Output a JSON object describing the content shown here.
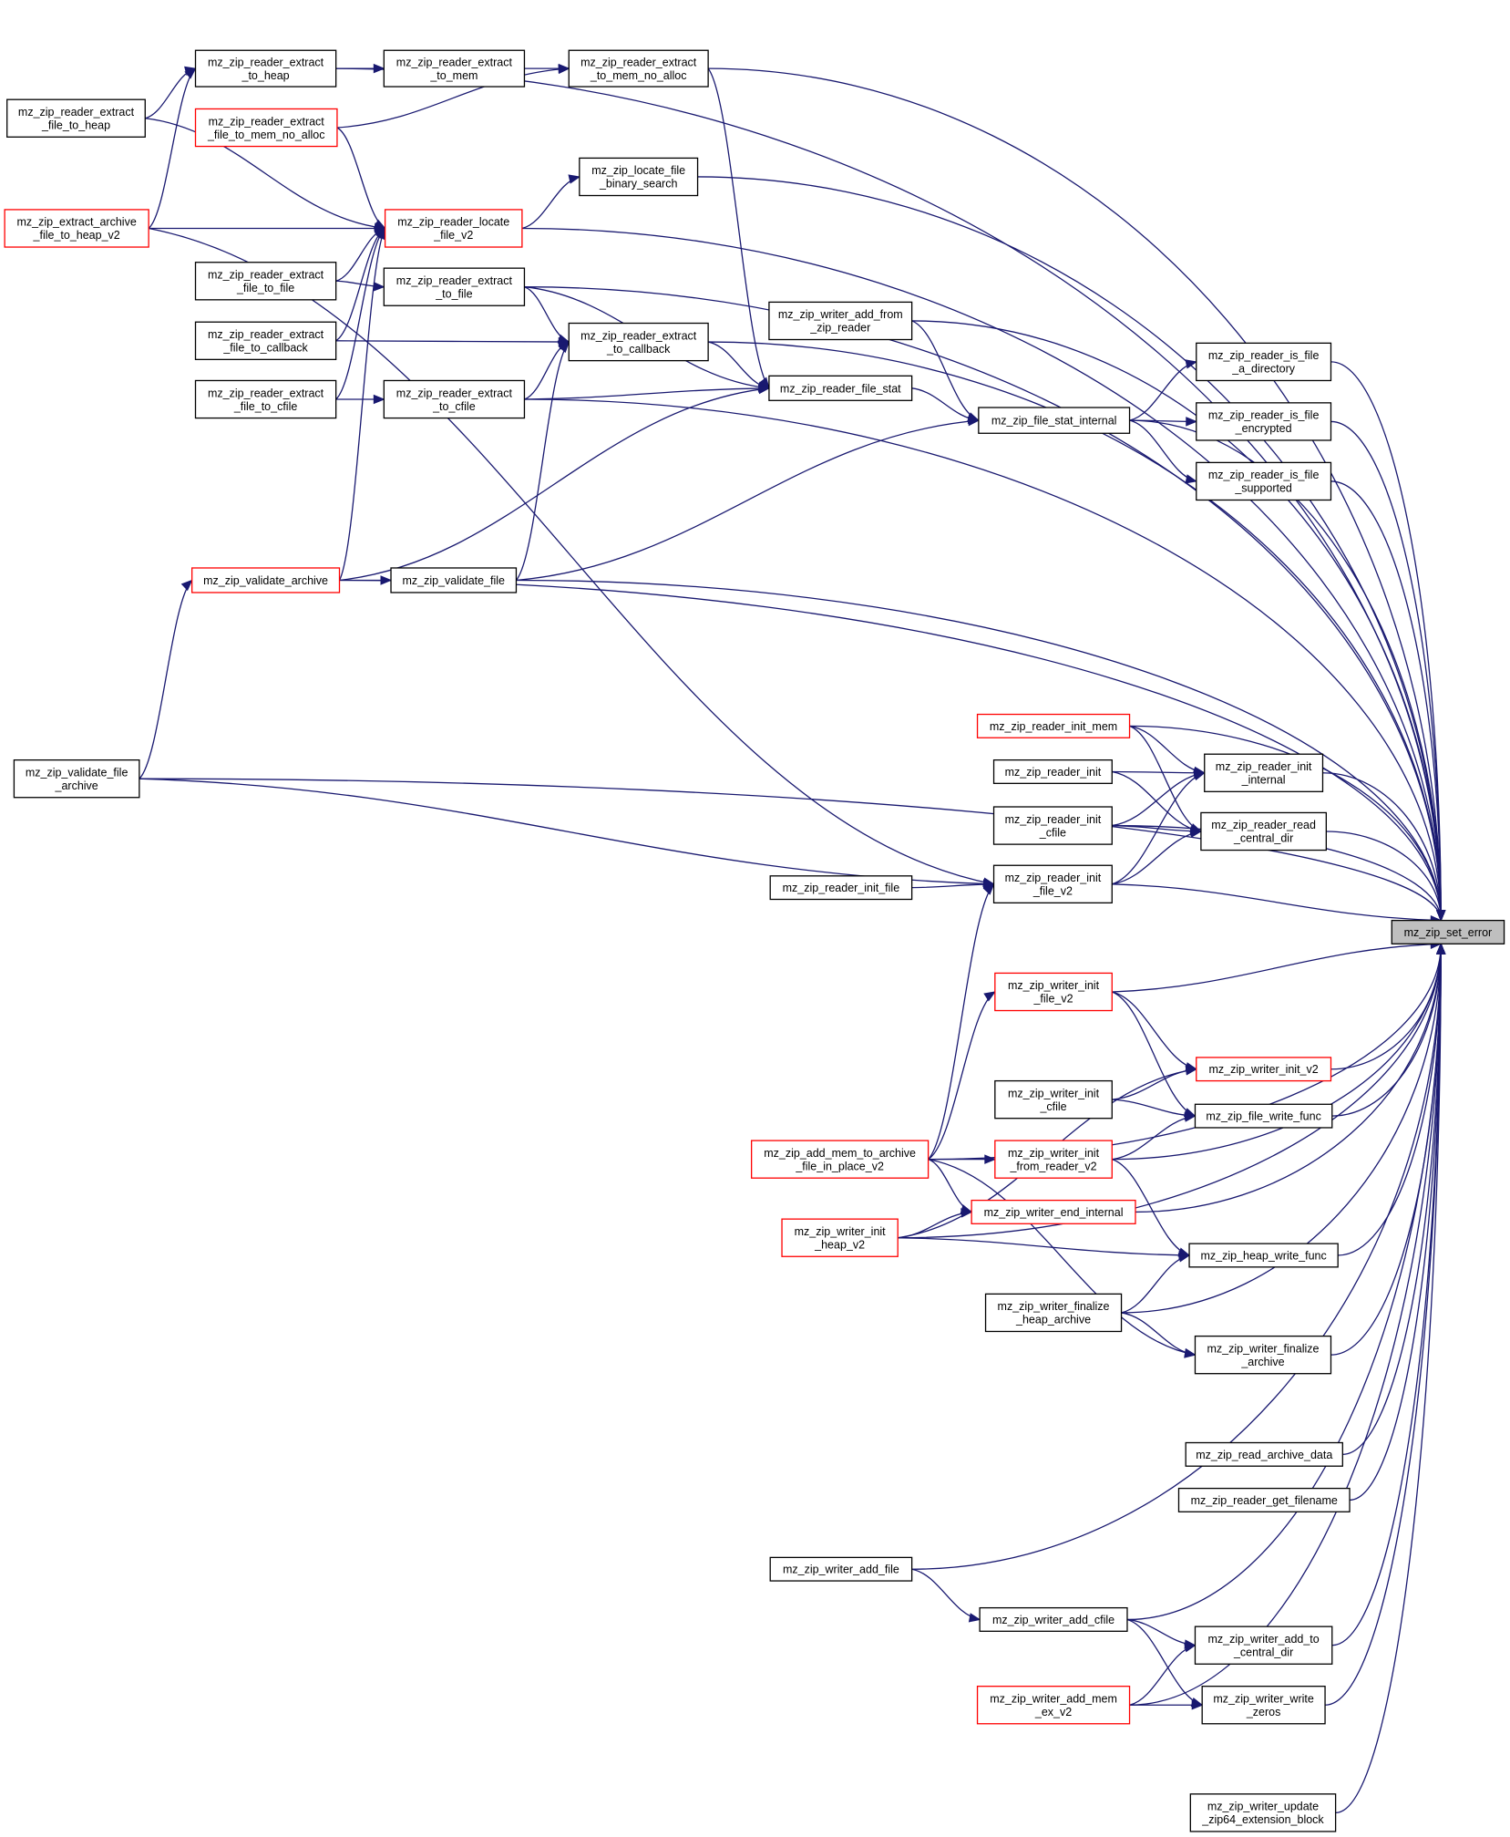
{
  "diagram": {
    "caption": "",
    "colors": {
      "edge": "#191970",
      "node_border": "#000000",
      "truncated_node_border": "#ff0000",
      "focus_fill": "#bfbfbf"
    },
    "nodes": [
      {
        "id": "set_error",
        "lines": [
          "mz_zip_set_error"
        ],
        "style": "gray"
      },
      {
        "id": "extract_file_to_heap",
        "lines": [
          "mz_zip_reader_extract",
          "_file_to_heap"
        ],
        "style": "black"
      },
      {
        "id": "extract_archive",
        "lines": [
          "mz_zip_extract_archive",
          "_file_to_heap_v2"
        ],
        "style": "red"
      },
      {
        "id": "validate_file_archive",
        "lines": [
          "mz_zip_validate_file",
          "_archive"
        ],
        "style": "black"
      },
      {
        "id": "extract_to_heap",
        "lines": [
          "mz_zip_reader_extract",
          "_to_heap"
        ],
        "style": "black"
      },
      {
        "id": "extract_file_to_mem_no_alloc",
        "lines": [
          "mz_zip_reader_extract",
          "_file_to_mem_no_alloc"
        ],
        "style": "red"
      },
      {
        "id": "extract_file_to_file",
        "lines": [
          "mz_zip_reader_extract",
          "_file_to_file"
        ],
        "style": "black"
      },
      {
        "id": "extract_file_to_callback",
        "lines": [
          "mz_zip_reader_extract",
          "_file_to_callback"
        ],
        "style": "black"
      },
      {
        "id": "extract_file_to_cfile",
        "lines": [
          "mz_zip_reader_extract",
          "_file_to_cfile"
        ],
        "style": "black"
      },
      {
        "id": "validate_archive",
        "lines": [
          "mz_zip_validate_archive"
        ],
        "style": "red"
      },
      {
        "id": "extract_to_mem",
        "lines": [
          "mz_zip_reader_extract",
          "_to_mem"
        ],
        "style": "black"
      },
      {
        "id": "locate_file_v2",
        "lines": [
          "mz_zip_reader_locate",
          "_file_v2"
        ],
        "style": "red"
      },
      {
        "id": "extract_to_file",
        "lines": [
          "mz_zip_reader_extract",
          "_to_file"
        ],
        "style": "black"
      },
      {
        "id": "extract_to_cfile",
        "lines": [
          "mz_zip_reader_extract",
          "_to_cfile"
        ],
        "style": "black"
      },
      {
        "id": "validate_file",
        "lines": [
          "mz_zip_validate_file"
        ],
        "style": "black"
      },
      {
        "id": "extract_to_mem_no_alloc",
        "lines": [
          "mz_zip_reader_extract",
          "_to_mem_no_alloc"
        ],
        "style": "black"
      },
      {
        "id": "locate_binary",
        "lines": [
          "mz_zip_locate_file",
          "_binary_search"
        ],
        "style": "black"
      },
      {
        "id": "extract_to_callback",
        "lines": [
          "mz_zip_reader_extract",
          "_to_callback"
        ],
        "style": "black"
      },
      {
        "id": "writer_add_from_zip",
        "lines": [
          "mz_zip_writer_add_from",
          "_zip_reader"
        ],
        "style": "black"
      },
      {
        "id": "file_stat",
        "lines": [
          "mz_zip_reader_file_stat"
        ],
        "style": "black"
      },
      {
        "id": "file_stat_internal",
        "lines": [
          "mz_zip_file_stat_internal"
        ],
        "style": "black"
      },
      {
        "id": "is_dir",
        "lines": [
          "mz_zip_reader_is_file",
          "_a_directory"
        ],
        "style": "black"
      },
      {
        "id": "is_enc",
        "lines": [
          "mz_zip_reader_is_file",
          "_encrypted"
        ],
        "style": "black"
      },
      {
        "id": "is_sup",
        "lines": [
          "mz_zip_reader_is_file",
          "_supported"
        ],
        "style": "black"
      },
      {
        "id": "init_mem",
        "lines": [
          "mz_zip_reader_init_mem"
        ],
        "style": "red"
      },
      {
        "id": "reader_init",
        "lines": [
          "mz_zip_reader_init"
        ],
        "style": "black"
      },
      {
        "id": "reader_init_cfile",
        "lines": [
          "mz_zip_reader_init",
          "_cfile"
        ],
        "style": "black"
      },
      {
        "id": "reader_init_file",
        "lines": [
          "mz_zip_reader_init_file"
        ],
        "style": "black"
      },
      {
        "id": "reader_init_file_v2",
        "lines": [
          "mz_zip_reader_init",
          "_file_v2"
        ],
        "style": "black"
      },
      {
        "id": "reader_init_internal",
        "lines": [
          "mz_zip_reader_init",
          "_internal"
        ],
        "style": "black"
      },
      {
        "id": "read_central_dir",
        "lines": [
          "mz_zip_reader_read",
          "_central_dir"
        ],
        "style": "black"
      },
      {
        "id": "add_mem_in_place",
        "lines": [
          "mz_zip_add_mem_to_archive",
          "_file_in_place_v2"
        ],
        "style": "red"
      },
      {
        "id": "writer_init_heap_v2",
        "lines": [
          "mz_zip_writer_init",
          "_heap_v2"
        ],
        "style": "red"
      },
      {
        "id": "writer_init_file_v2",
        "lines": [
          "mz_zip_writer_init",
          "_file_v2"
        ],
        "style": "red"
      },
      {
        "id": "writer_init_cfile",
        "lines": [
          "mz_zip_writer_init",
          "_cfile"
        ],
        "style": "black"
      },
      {
        "id": "writer_init_from_reader",
        "lines": [
          "mz_zip_writer_init",
          "_from_reader_v2"
        ],
        "style": "red"
      },
      {
        "id": "writer_end_internal",
        "lines": [
          "mz_zip_writer_end_internal"
        ],
        "style": "red"
      },
      {
        "id": "finalize_heap",
        "lines": [
          "mz_zip_writer_finalize",
          "_heap_archive"
        ],
        "style": "black"
      },
      {
        "id": "writer_init_v2",
        "lines": [
          "mz_zip_writer_init_v2"
        ],
        "style": "red"
      },
      {
        "id": "file_write_func",
        "lines": [
          "mz_zip_file_write_func"
        ],
        "style": "black"
      },
      {
        "id": "heap_write_func",
        "lines": [
          "mz_zip_heap_write_func"
        ],
        "style": "black"
      },
      {
        "id": "finalize_archive",
        "lines": [
          "mz_zip_writer_finalize",
          "_archive"
        ],
        "style": "black"
      },
      {
        "id": "read_archive_data",
        "lines": [
          "mz_zip_read_archive_data"
        ],
        "style": "black"
      },
      {
        "id": "get_filename",
        "lines": [
          "mz_zip_reader_get_filename"
        ],
        "style": "black"
      },
      {
        "id": "writer_add_file",
        "lines": [
          "mz_zip_writer_add_file"
        ],
        "style": "black"
      },
      {
        "id": "writer_add_cfile",
        "lines": [
          "mz_zip_writer_add_cfile"
        ],
        "style": "black"
      },
      {
        "id": "writer_add_mem_ex",
        "lines": [
          "mz_zip_writer_add_mem",
          "_ex_v2"
        ],
        "style": "red"
      },
      {
        "id": "add_to_central",
        "lines": [
          "mz_zip_writer_add_to",
          "_central_dir"
        ],
        "style": "black"
      },
      {
        "id": "write_zeros",
        "lines": [
          "mz_zip_writer_write",
          "_zeros"
        ],
        "style": "black"
      },
      {
        "id": "update_zip64",
        "lines": [
          "mz_zip_writer_update",
          "_zip64_extension_block"
        ],
        "style": "black"
      }
    ],
    "edges": [
      [
        "extract_to_heap",
        "set_error"
      ],
      [
        "extract_to_mem_no_alloc",
        "set_error"
      ],
      [
        "locate_file_v2",
        "set_error"
      ],
      [
        "locate_binary",
        "set_error"
      ],
      [
        "extract_to_file",
        "set_error"
      ],
      [
        "extract_to_callback",
        "set_error"
      ],
      [
        "writer_add_from_zip",
        "set_error"
      ],
      [
        "is_dir",
        "set_error"
      ],
      [
        "is_enc",
        "set_error"
      ],
      [
        "is_sup",
        "set_error"
      ],
      [
        "file_stat_internal",
        "set_error"
      ],
      [
        "extract_to_cfile",
        "set_error"
      ],
      [
        "validate_file",
        "set_error"
      ],
      [
        "init_mem",
        "set_error"
      ],
      [
        "reader_init_internal",
        "set_error"
      ],
      [
        "read_central_dir",
        "set_error"
      ],
      [
        "reader_init_cfile",
        "set_error"
      ],
      [
        "reader_init_file_v2",
        "set_error"
      ],
      [
        "validate_archive",
        "set_error"
      ],
      [
        "validate_file_archive",
        "set_error"
      ],
      [
        "writer_init_file_v2",
        "set_error"
      ],
      [
        "writer_init_v2",
        "set_error"
      ],
      [
        "writer_init_heap_v2",
        "set_error"
      ],
      [
        "file_write_func",
        "set_error"
      ],
      [
        "writer_init_from_reader",
        "set_error"
      ],
      [
        "writer_end_internal",
        "set_error"
      ],
      [
        "heap_write_func",
        "set_error"
      ],
      [
        "finalize_heap",
        "set_error"
      ],
      [
        "finalize_archive",
        "set_error"
      ],
      [
        "add_mem_in_place",
        "set_error"
      ],
      [
        "read_archive_data",
        "set_error"
      ],
      [
        "get_filename",
        "set_error"
      ],
      [
        "writer_add_file",
        "set_error"
      ],
      [
        "writer_add_cfile",
        "set_error"
      ],
      [
        "add_to_central",
        "set_error"
      ],
      [
        "write_zeros",
        "set_error"
      ],
      [
        "writer_add_mem_ex",
        "set_error"
      ],
      [
        "update_zip64",
        "set_error"
      ],
      [
        "extract_file_to_heap",
        "extract_to_heap"
      ],
      [
        "extract_archive",
        "extract_to_heap"
      ],
      [
        "extract_to_heap",
        "extract_to_mem"
      ],
      [
        "extract_to_mem",
        "extract_to_mem_no_alloc"
      ],
      [
        "extract_file_to_mem_no_alloc",
        "extract_to_mem_no_alloc"
      ],
      [
        "extract_file_to_heap",
        "locate_file_v2"
      ],
      [
        "extract_file_to_mem_no_alloc",
        "locate_file_v2"
      ],
      [
        "extract_archive",
        "locate_file_v2"
      ],
      [
        "extract_file_to_file",
        "locate_file_v2"
      ],
      [
        "extract_file_to_callback",
        "locate_file_v2"
      ],
      [
        "extract_file_to_cfile",
        "locate_file_v2"
      ],
      [
        "validate_archive",
        "locate_file_v2"
      ],
      [
        "locate_file_v2",
        "locate_binary"
      ],
      [
        "extract_file_to_file",
        "extract_to_file"
      ],
      [
        "extract_file_to_callback",
        "extract_to_callback"
      ],
      [
        "extract_file_to_cfile",
        "extract_to_cfile"
      ],
      [
        "extract_to_file",
        "extract_to_callback"
      ],
      [
        "extract_to_cfile",
        "extract_to_callback"
      ],
      [
        "validate_file",
        "extract_to_callback"
      ],
      [
        "extract_to_mem_no_alloc",
        "file_stat"
      ],
      [
        "extract_to_file",
        "file_stat"
      ],
      [
        "extract_to_callback",
        "file_stat"
      ],
      [
        "extract_to_cfile",
        "file_stat"
      ],
      [
        "validate_archive",
        "file_stat"
      ],
      [
        "file_stat",
        "file_stat_internal"
      ],
      [
        "writer_add_from_zip",
        "file_stat_internal"
      ],
      [
        "validate_file",
        "file_stat_internal"
      ],
      [
        "file_stat_internal",
        "is_dir"
      ],
      [
        "file_stat_internal",
        "is_enc"
      ],
      [
        "file_stat_internal",
        "is_sup"
      ],
      [
        "validate_archive",
        "validate_file"
      ],
      [
        "validate_file_archive",
        "validate_archive"
      ],
      [
        "extract_archive",
        "reader_init_file_v2"
      ],
      [
        "init_mem",
        "reader_init_internal"
      ],
      [
        "reader_init",
        "reader_init_internal"
      ],
      [
        "reader_init_cfile",
        "reader_init_internal"
      ],
      [
        "reader_init_file_v2",
        "reader_init_internal"
      ],
      [
        "init_mem",
        "read_central_dir"
      ],
      [
        "reader_init",
        "read_central_dir"
      ],
      [
        "reader_init_cfile",
        "read_central_dir"
      ],
      [
        "reader_init_file_v2",
        "read_central_dir"
      ],
      [
        "reader_init_file",
        "reader_init_file_v2"
      ],
      [
        "validate_file_archive",
        "reader_init_file_v2"
      ],
      [
        "add_mem_in_place",
        "reader_init_file_v2"
      ],
      [
        "add_mem_in_place",
        "writer_init_file_v2"
      ],
      [
        "add_mem_in_place",
        "writer_init_from_reader"
      ],
      [
        "add_mem_in_place",
        "writer_end_internal"
      ],
      [
        "add_mem_in_place",
        "finalize_archive"
      ],
      [
        "writer_init_heap_v2",
        "writer_end_internal"
      ],
      [
        "writer_init_heap_v2",
        "heap_write_func"
      ],
      [
        "writer_init_heap_v2",
        "writer_init_v2"
      ],
      [
        "writer_init_file_v2",
        "writer_init_v2"
      ],
      [
        "writer_init_file_v2",
        "file_write_func"
      ],
      [
        "writer_init_cfile",
        "writer_init_v2"
      ],
      [
        "writer_init_cfile",
        "file_write_func"
      ],
      [
        "writer_init_from_reader",
        "file_write_func"
      ],
      [
        "writer_init_from_reader",
        "heap_write_func"
      ],
      [
        "finalize_heap",
        "heap_write_func"
      ],
      [
        "finalize_heap",
        "finalize_archive"
      ],
      [
        "writer_add_file",
        "writer_add_cfile"
      ],
      [
        "writer_add_cfile",
        "add_to_central"
      ],
      [
        "writer_add_cfile",
        "write_zeros"
      ],
      [
        "writer_add_mem_ex",
        "add_to_central"
      ],
      [
        "writer_add_mem_ex",
        "write_zeros"
      ]
    ]
  }
}
